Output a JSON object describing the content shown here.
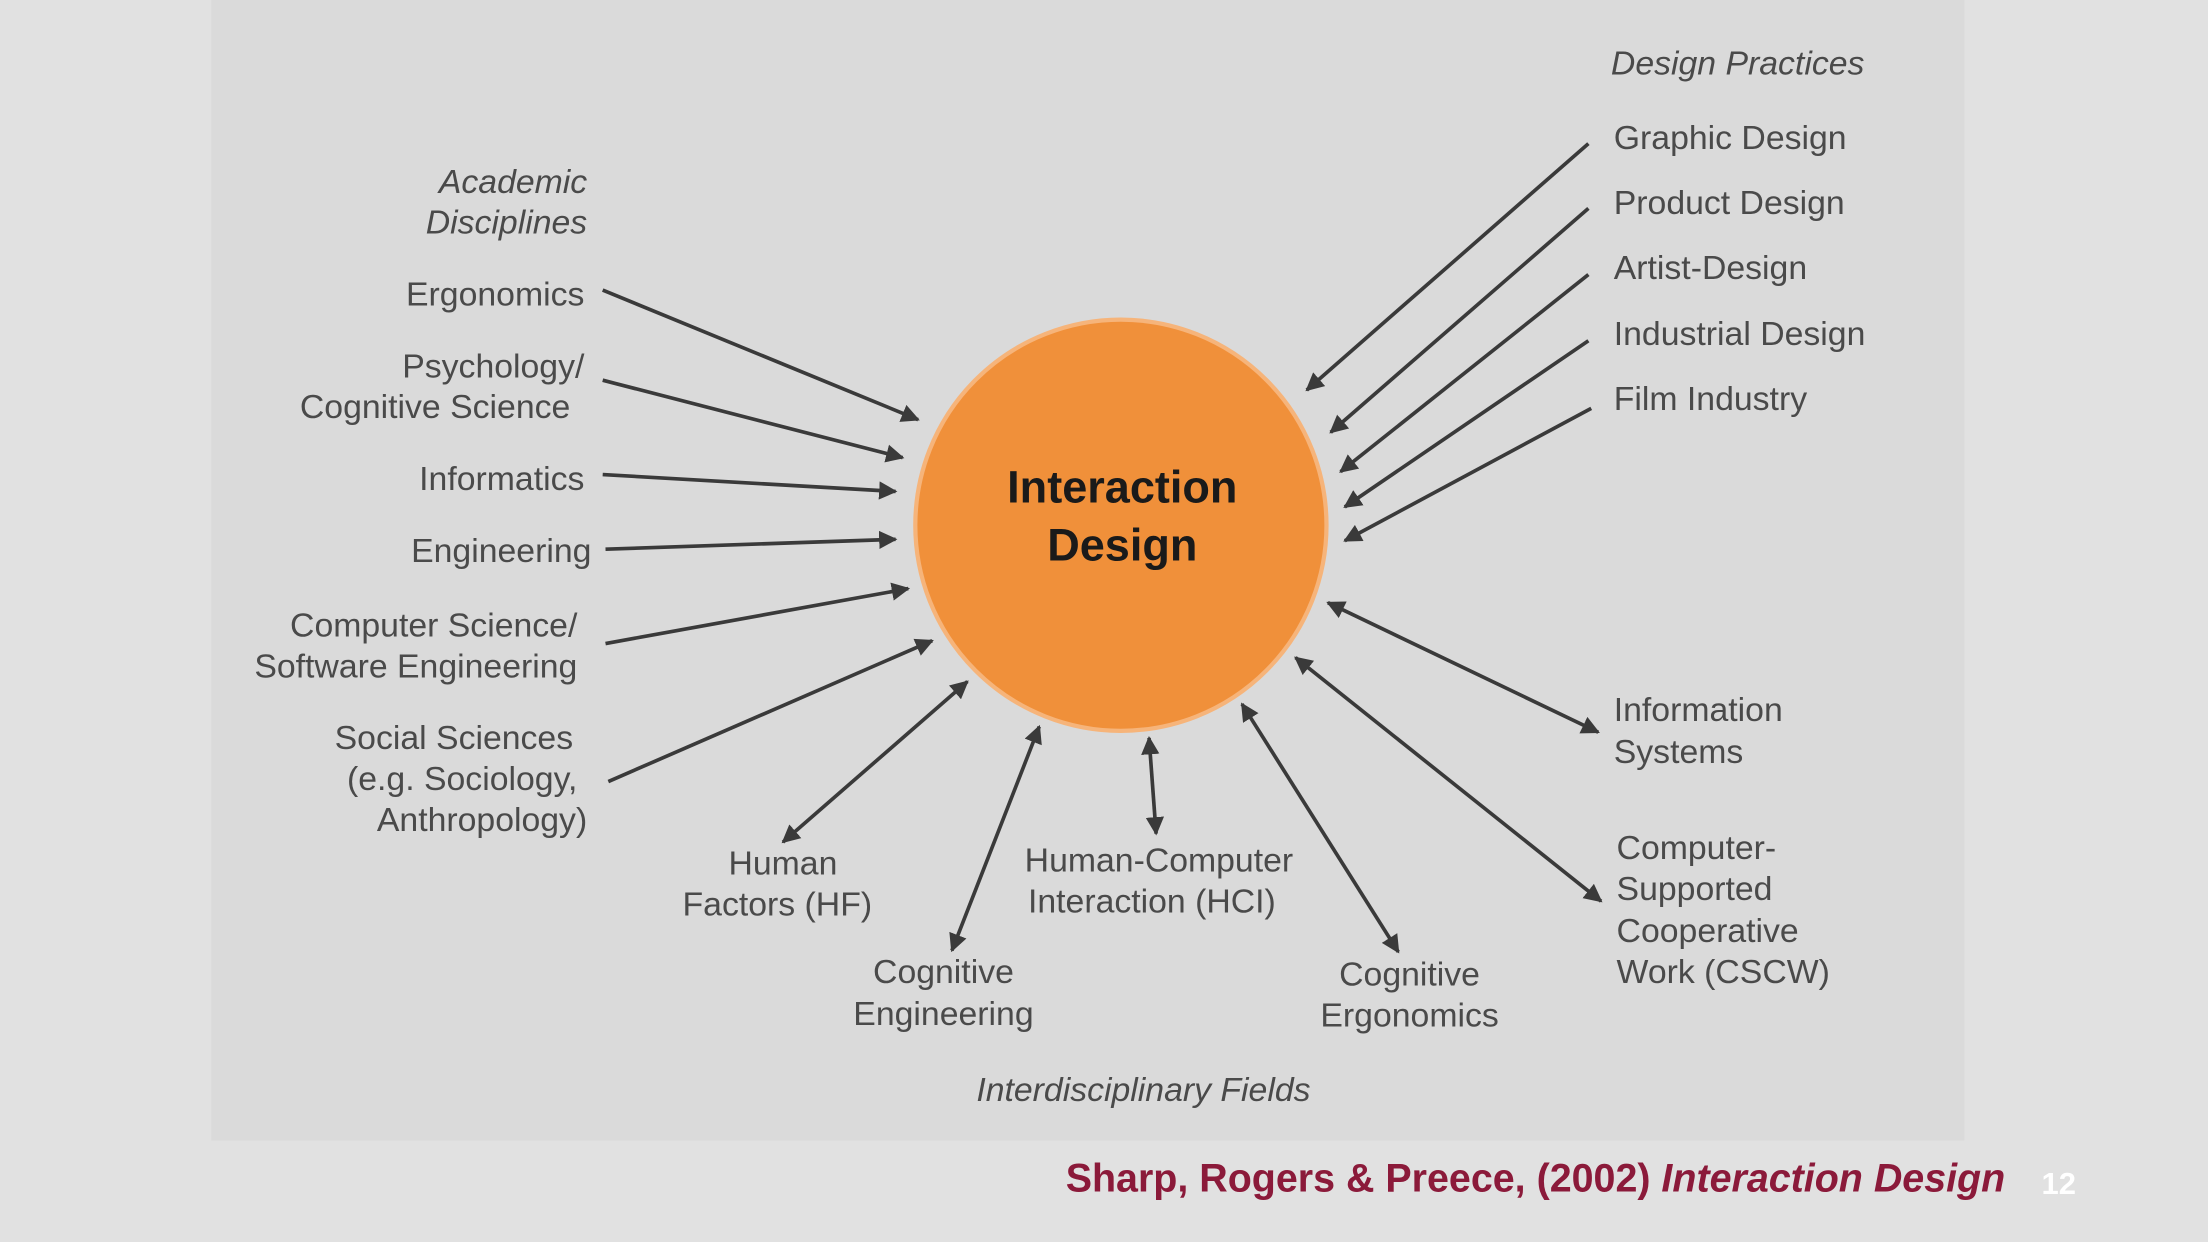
{
  "center": {
    "line1": "Interaction",
    "line2": "Design",
    "color": "#f0903a"
  },
  "academic": {
    "heading": [
      "Academic",
      "Disciplines"
    ],
    "items": [
      [
        "Ergonomics"
      ],
      [
        "Psychology/",
        "Cognitive Science"
      ],
      [
        "Informatics"
      ],
      [
        "Engineering"
      ],
      [
        "Computer Science/",
        "Software Engineering"
      ],
      [
        "Social Sciences",
        "(e.g. Sociology,",
        "Anthropology)"
      ]
    ]
  },
  "design": {
    "heading": "Design Practices",
    "items": [
      "Graphic Design",
      "Product Design",
      "Artist-Design",
      "Industrial Design",
      "Film Industry"
    ]
  },
  "interdisciplinary": {
    "heading": "Interdisciplinary Fields",
    "items": [
      [
        "Human",
        "Factors (HF)"
      ],
      [
        "Cognitive",
        "Engineering"
      ],
      [
        "Human-Computer",
        "Interaction (HCI)"
      ],
      [
        "Cognitive",
        "Ergonomics"
      ],
      [
        "Information",
        "Systems"
      ],
      [
        "Computer-",
        "Supported",
        "Cooperative",
        "Work (CSCW)"
      ]
    ]
  },
  "footer": {
    "citation": "Sharp, Rogers & Preece, (2002) ",
    "citation_title": "Interaction Design",
    "page": "12",
    "color": "#8b1a3a"
  }
}
